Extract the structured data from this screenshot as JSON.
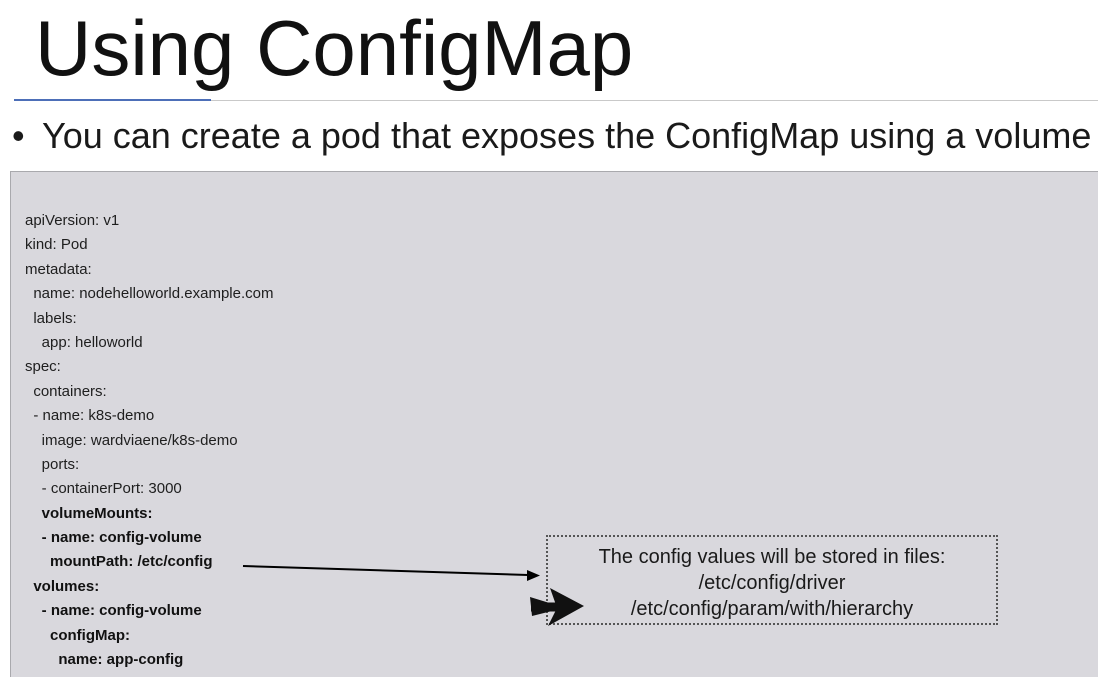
{
  "slide": {
    "title": "Using ConfigMap",
    "bullet": "You can create a pod that exposes the ConfigMap using a volume"
  },
  "code": {
    "lines": [
      {
        "text": "apiVersion: v1",
        "bold": false
      },
      {
        "text": "kind: Pod",
        "bold": false
      },
      {
        "text": "metadata:",
        "bold": false
      },
      {
        "text": "  name: nodehelloworld.example.com",
        "bold": false
      },
      {
        "text": "  labels:",
        "bold": false
      },
      {
        "text": "    app: helloworld",
        "bold": false
      },
      {
        "text": "spec:",
        "bold": false
      },
      {
        "text": "  containers:",
        "bold": false
      },
      {
        "text": "  - name: k8s-demo",
        "bold": false
      },
      {
        "text": "    image: wardviaene/k8s-demo",
        "bold": false
      },
      {
        "text": "    ports:",
        "bold": false
      },
      {
        "text": "    - containerPort: 3000",
        "bold": false
      },
      {
        "text": "    volumeMounts:",
        "bold": true
      },
      {
        "text": "    - name: config-volume",
        "bold": true
      },
      {
        "text": "      mountPath: /etc/config",
        "bold": true
      },
      {
        "text": "  volumes:",
        "bold": true
      },
      {
        "text": "    - name: config-volume",
        "bold": true
      },
      {
        "text": "      configMap:",
        "bold": true
      },
      {
        "text": "        name: app-config",
        "bold": true
      }
    ]
  },
  "note": {
    "line1": "The config values will be stored in files:",
    "line2": "/etc/config/driver",
    "line3": "/etc/config/param/with/hierarchy"
  },
  "colors": {
    "title": "#111111",
    "accent_rule": "#4d6fb8",
    "panel_bg": "#d9d8dd",
    "note_border": "#555555"
  },
  "icons": {
    "bullet": "bullet-dot",
    "connector_arrow": "arrow-right-icon",
    "pointer_arrow": "bold-arrow-right-icon"
  }
}
